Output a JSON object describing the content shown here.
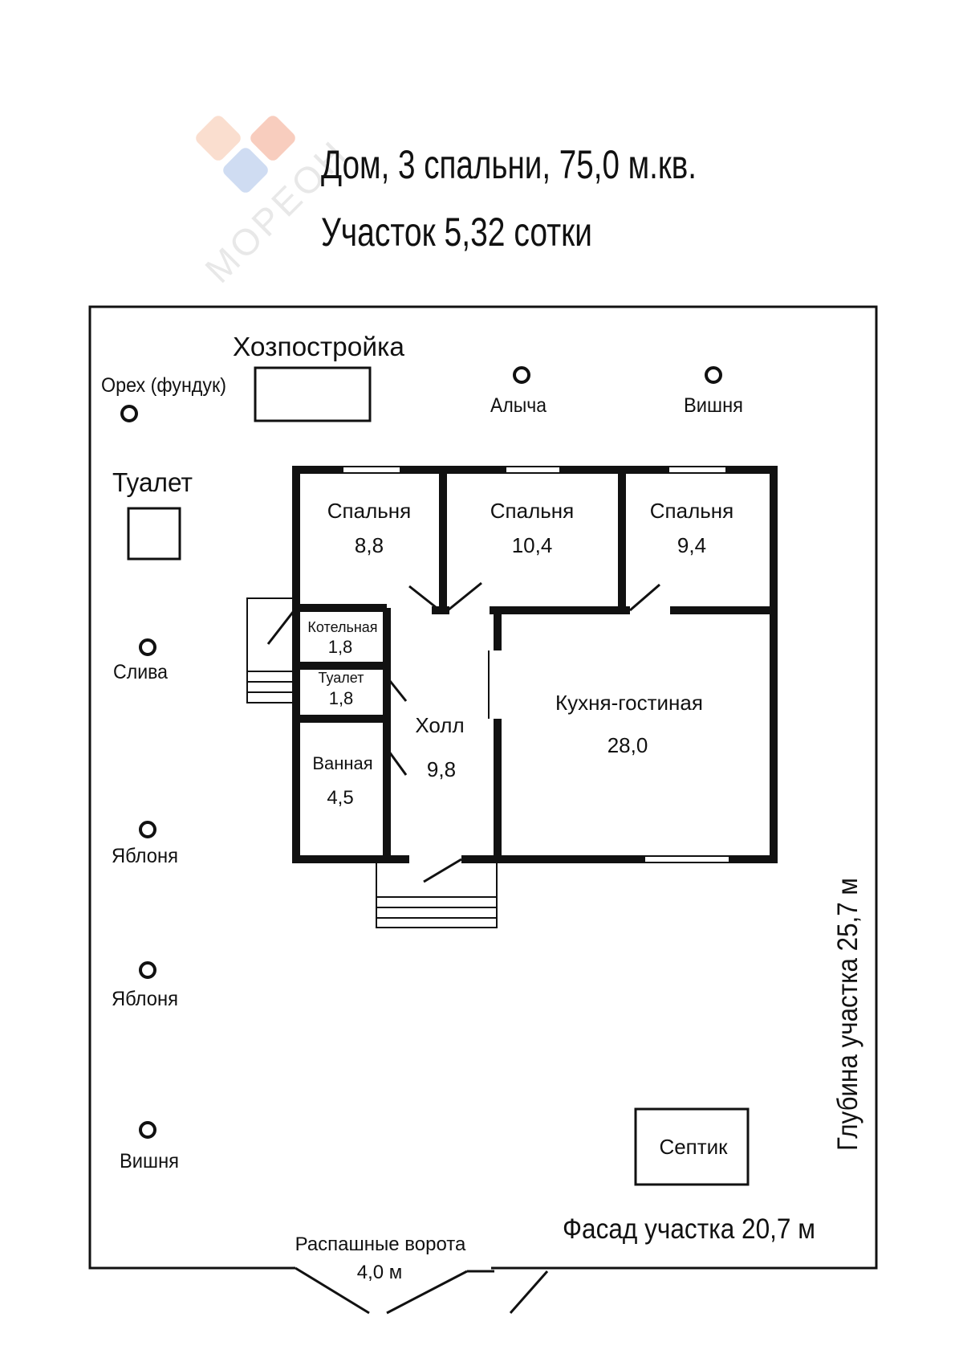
{
  "logo": {
    "text": "МОРЕОН",
    "colors": [
      "#f7c4a8",
      "#f4a58a",
      "#a9c1e8",
      "#d0d0d0"
    ]
  },
  "title": {
    "line1": "Дом, 3 спальни, 75,0 м.кв.",
    "line2": "Участок 5,32 сотки"
  },
  "plot": {
    "outbuilding": "Хозпостройка",
    "outdoor_toilet": "Туалет",
    "septic": "Септик",
    "facade": "Фасад участка 20,7 м",
    "depth": "Глубина участка 25,7 м",
    "gate_label": "Распашные ворота",
    "gate_size": "4,0 м"
  },
  "trees": {
    "hazel": "Орех (фундук)",
    "alycha": "Алыча",
    "cherry_top": "Вишня",
    "plum": "Слива",
    "apple1": "Яблоня",
    "apple2": "Яблоня",
    "cherry_bottom": "Вишня"
  },
  "rooms": {
    "bedroom1": {
      "name": "Спальня",
      "area": "8,8"
    },
    "bedroom2": {
      "name": "Спальня",
      "area": "10,4"
    },
    "bedroom3": {
      "name": "Спальня",
      "area": "9,4"
    },
    "boiler": {
      "name": "Котельная",
      "area": "1,8"
    },
    "toilet": {
      "name": "Туалет",
      "area": "1,8"
    },
    "bath": {
      "name": "Ванная",
      "area": "4,5"
    },
    "hall": {
      "name": "Холл",
      "area": "9,8"
    },
    "kitchen": {
      "name": "Кухня-гостиная",
      "area": "28,0"
    }
  }
}
